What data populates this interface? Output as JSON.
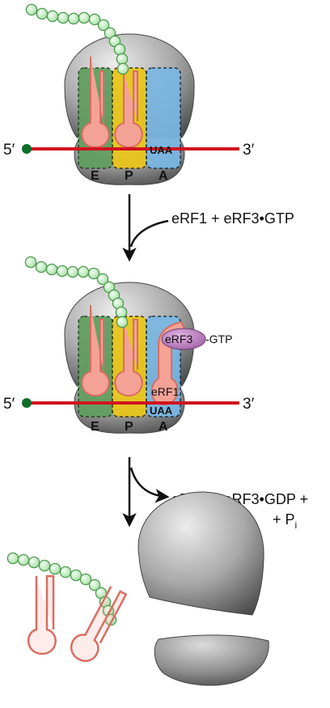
{
  "colors": {
    "ribosome_light": "#d6d6d6",
    "ribosome_dark": "#5e5e5e",
    "mrna": "#d0151f",
    "five_prime_dot": "#0f6e2a",
    "e_site": "#5f9e5f",
    "p_site": "#e8c61c",
    "a_site": "#7ab7e4",
    "trna": "#f4a296",
    "trna_stroke": "#e37e72",
    "peptide_bead": "#c9efc9",
    "peptide_stroke": "#4c9a4c",
    "erf3": "#b878bb",
    "arrow": "#111111"
  },
  "panel1": {
    "five_prime": "5′",
    "three_prime": "3′",
    "site_e": "E",
    "site_p": "P",
    "site_a": "A",
    "stop_codon": "UAA"
  },
  "step1": {
    "label": "eRF1 + eRF3•GTP"
  },
  "panel2": {
    "five_prime": "5′",
    "three_prime": "3′",
    "site_e": "E",
    "site_p": "P",
    "site_a": "A",
    "stop_codon": "UAA",
    "erf1": "eRF1",
    "erf3": "eRF3",
    "gtp_tag": "-GTP"
  },
  "step2": {
    "line1": "eRF1 + eRF3•GDP +",
    "line2_prefix": "+ P",
    "line2_sub": "i"
  }
}
